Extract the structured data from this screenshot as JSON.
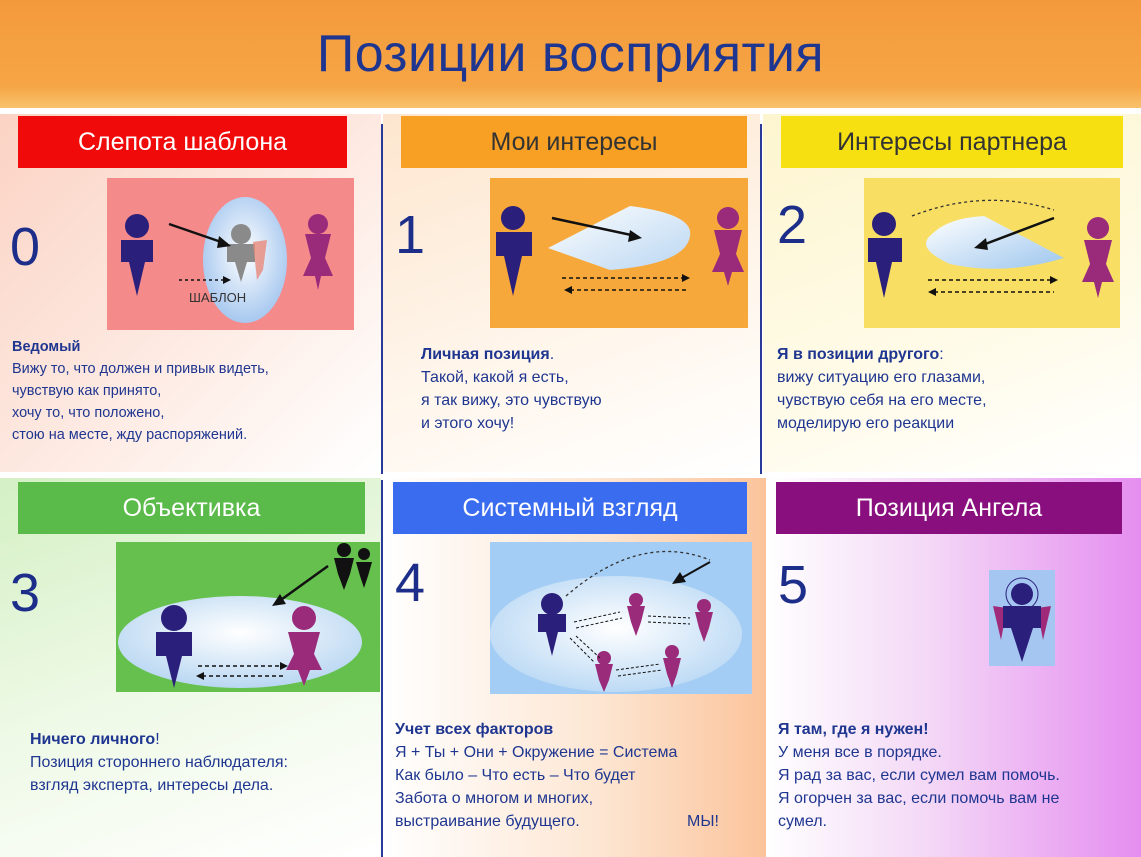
{
  "title": "Позиции восприятия",
  "colors": {
    "title_text": "#1f3690",
    "title_bg": "#f39a3c",
    "figure_dark": "#2a1f7a",
    "figure_magenta": "#9a2a7a"
  },
  "cells": [
    {
      "header": "Слепота шаблона",
      "number": "0",
      "picture_label": "ШАБЛОН",
      "lead": "Ведомый",
      "lead_suffix": "",
      "lines": [
        "Вижу то, что должен и привык видеть,",
        "чувствую как принято,",
        "хочу то, что положено,",
        "стою на месте, жду распоряжений."
      ]
    },
    {
      "header": "Мои интересы",
      "number": "1",
      "lead": "Личная позиция",
      "lead_suffix": ".",
      "lines": [
        "Такой, какой я есть,",
        "я так вижу, это чувствую",
        "и этого хочу!"
      ]
    },
    {
      "header": "Интересы партнера",
      "number": "2",
      "lead": "Я в позиции другого",
      "lead_suffix": ":",
      "lines": [
        "вижу ситуацию его глазами,",
        "чувствую себя на его месте,",
        "моделирую его реакции"
      ]
    },
    {
      "header": "Объективка",
      "number": "3",
      "lead": "Ничего личного",
      "lead_suffix": "!",
      "lines": [
        "Позиция стороннего наблюдателя:",
        "взгляд эксперта, интересы дела."
      ]
    },
    {
      "header": "Системный взгляд",
      "number": "4",
      "lead": "Учет всех факторов",
      "lead_suffix": "",
      "lines": [
        "Я + Ты + Они + Окружение = Система",
        "Как было – Что есть – Что будет",
        "Забота о многом и многих,",
        "выстраивание будущего."
      ],
      "tail": "МЫ!"
    },
    {
      "header": "Позиция Ангела",
      "number": "5",
      "lead": "Я там, где я нужен!",
      "lead_suffix": "",
      "lines": [
        "У меня все в порядке.",
        "Я рад за вас, если сумел вам помочь.",
        "Я огорчен за вас, если помочь вам не",
        "сумел."
      ]
    }
  ]
}
